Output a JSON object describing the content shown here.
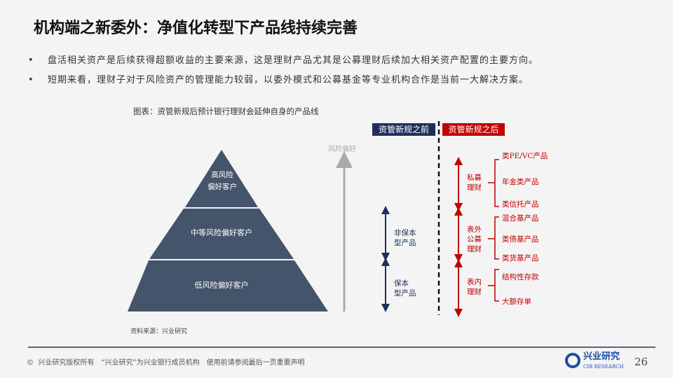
{
  "title": "机构端之新委外：净值化转型下产品线持续完善",
  "bullets": [
    "盘活相关资产是后续获得超额收益的主要来源，这是理财产品尤其是公募理财后续加大相关资产配置的主要方向。",
    "短期来看，理财子对于风险资产的管理能力较弱，以委外模式和公募基金等专业机构合作是当前一大解决方案。"
  ],
  "bullet_char": "•",
  "caption": "图表：资管新规后预计银行理财会延伸自身的产品线",
  "pyramid": {
    "top": [
      "高风险",
      "偏好客户"
    ],
    "mid": "中等风险偏好客户",
    "bottom": "低风险偏好客户",
    "axis": "风险偏好"
  },
  "before": {
    "header": "资管新规之前",
    "groups": [
      [
        "非保本",
        "型产品"
      ],
      [
        "保本",
        "型产品"
      ]
    ]
  },
  "after": {
    "header": "资管新规之后",
    "groups": [
      {
        "label": [
          "私募",
          "理财"
        ],
        "items": [
          "类PE/VC产品",
          "年金类产品",
          "类信托产品"
        ]
      },
      {
        "label": [
          "表外",
          "公募",
          "理财"
        ],
        "items": [
          "混合基产品",
          "类债基产品",
          "类货基产品"
        ]
      },
      {
        "label": [
          "表内",
          "理财"
        ],
        "items": [
          "结构性存款",
          "大额存单"
        ]
      }
    ]
  },
  "source": "资料来源：兴业研究",
  "footer": {
    "copyright_icon": "©",
    "text": "兴业研究版权所有　“兴业研究”为兴业银行成员机构　使用前请参阅最后一页重要声明",
    "logo_cn": "兴业研究",
    "logo_en": "CIB RESEARCH",
    "page": "26"
  },
  "colors": {
    "navy": "#1f2f5c",
    "red": "#c00000",
    "pyramid": "#44546a"
  }
}
